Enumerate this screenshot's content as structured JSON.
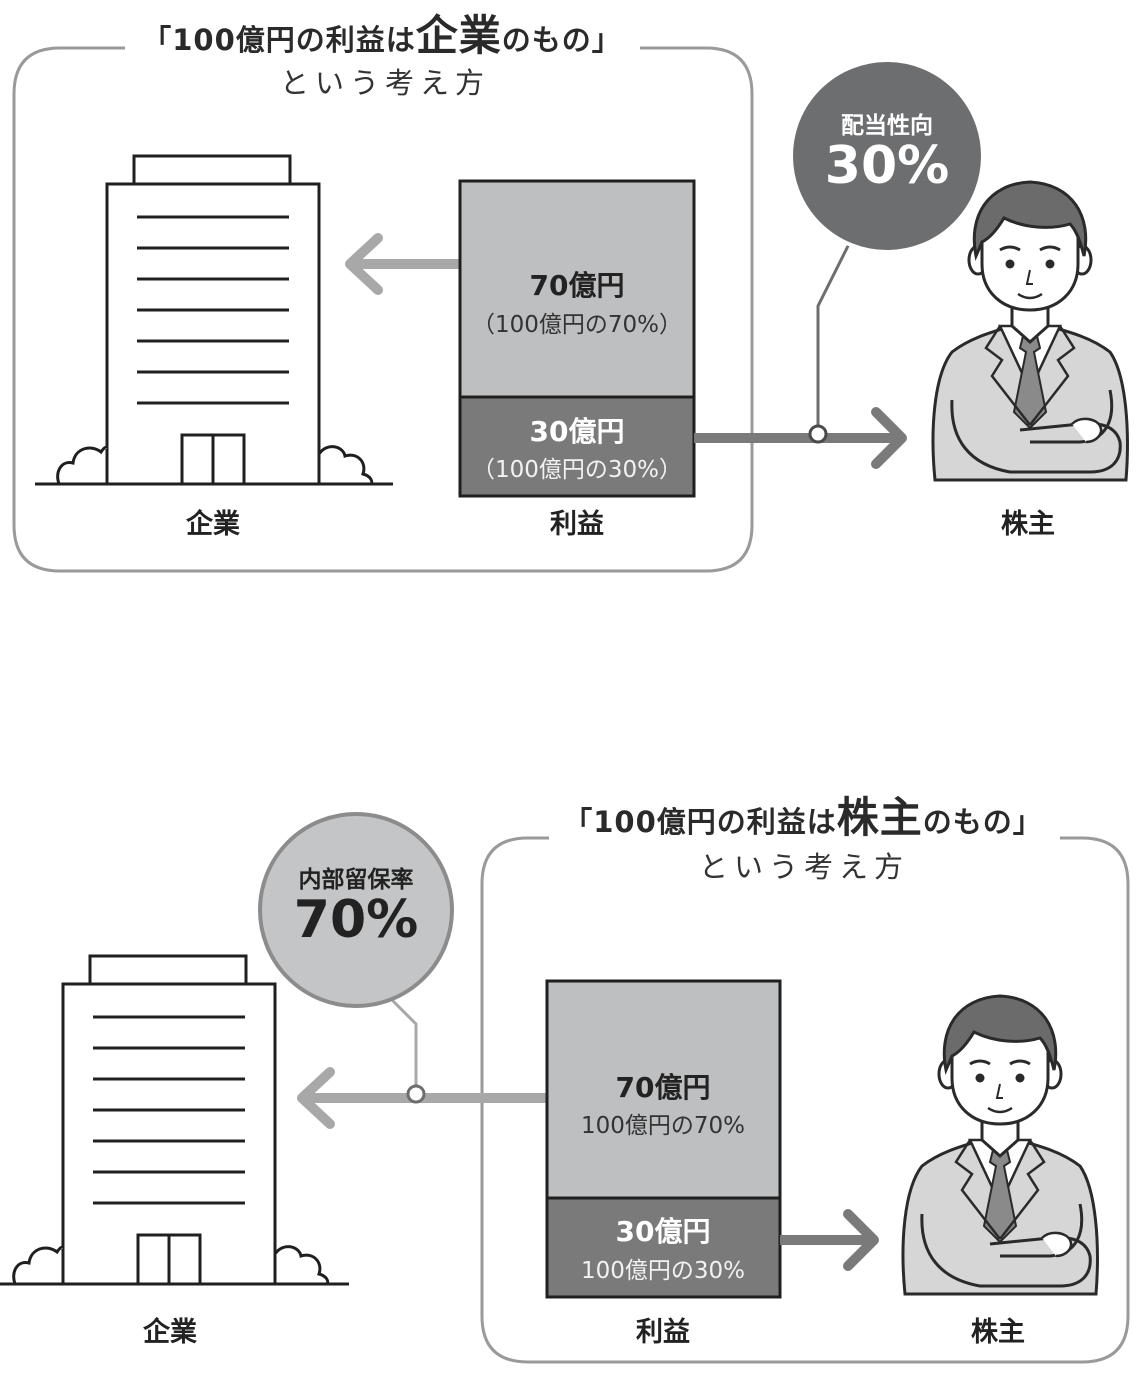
{
  "top": {
    "title_pre": "「100億円の利益は",
    "title_em": "企業",
    "title_post": "のもの」",
    "subtitle": "という考え方",
    "bar_upper_amount": "70億円",
    "bar_upper_pct": "（100億円の70%）",
    "bar_lower_amount": "30億円",
    "bar_lower_pct": "（100億円の30%）",
    "circle_label": "配当性向",
    "circle_value": "30%",
    "label_company": "企業",
    "label_profit": "利益",
    "label_shareholder": "株主"
  },
  "bottom": {
    "title_pre": "「100億円の利益は",
    "title_em": "株主",
    "title_post": "のもの」",
    "subtitle": "という考え方",
    "bar_upper_amount": "70億円",
    "bar_upper_pct": "100億円の70%",
    "bar_lower_amount": "30億円",
    "bar_lower_pct": "100億円の30%",
    "circle_label": "内部留保率",
    "circle_value": "70%",
    "label_company": "企業",
    "label_profit": "利益",
    "label_shareholder": "株主"
  },
  "colors": {
    "frame": "#9a9a9a",
    "bar_upper": "#bebfc0",
    "bar_lower": "#7a7a7b",
    "arrow": "#a8a8a8",
    "arrow_dark": "#7a7a7b",
    "circle_dark": "#6d6e70",
    "circle_light": "#c4c5c6",
    "suit": "#d6d6d6",
    "hair": "#6b6b6b",
    "tie": "#8a8a8a"
  }
}
